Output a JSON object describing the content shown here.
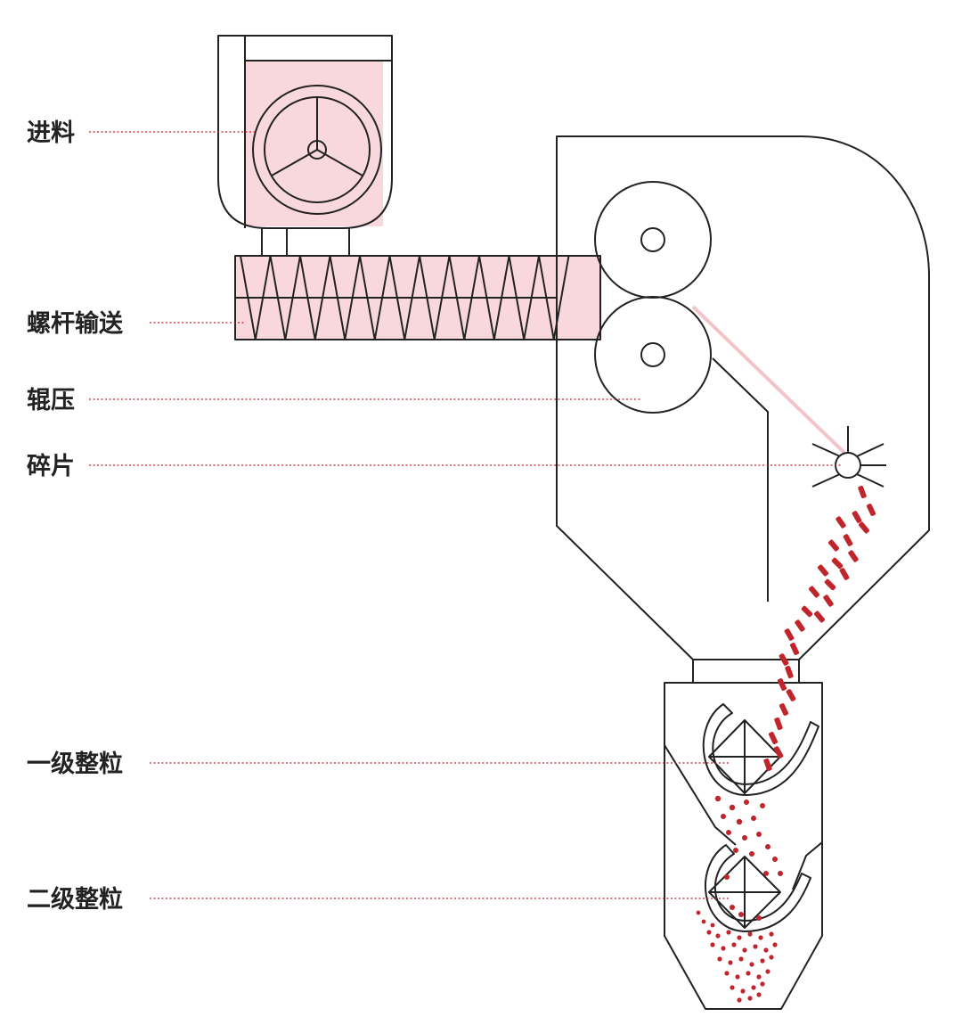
{
  "colors": {
    "outline": "#222222",
    "fill_pink": "#f8d8dc",
    "accent_red": "#c0252c",
    "label_text": "#222222",
    "background": "#ffffff"
  },
  "labels": {
    "feed": "进料",
    "screw_conveying": "螺杆输送",
    "roller_compaction": "辊压",
    "flakes": "碎片",
    "primary_granulation": "一级整粒",
    "secondary_granulation": "二级整粒"
  },
  "icons": {
    "feed_wheel": "three-spoke-wheel-icon",
    "screw": "screw-conveyor-icon",
    "rollers": "press-roller-icon",
    "crusher": "star-crusher-icon",
    "granulator_rotor": "diamond-rotor-icon"
  }
}
